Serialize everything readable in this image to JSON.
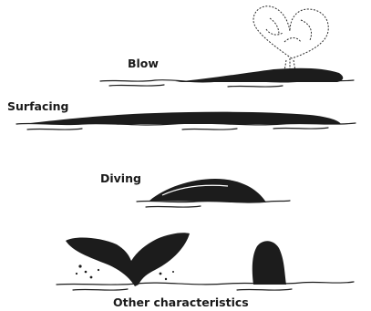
{
  "labels": {
    "blow": "Blow",
    "surfacing": "Surfacing",
    "diving": "Diving",
    "other": "Other characteristics"
  }
}
